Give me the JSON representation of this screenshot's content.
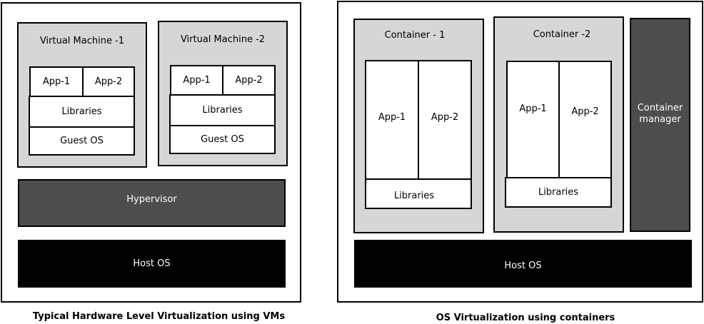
{
  "left": {
    "vm1": {
      "title": "Virtual Machine -1",
      "app1": "App-1",
      "app2": "App-2",
      "libraries": "Libraries",
      "guest_os": "Guest OS"
    },
    "vm2": {
      "title": "Virtual Machine -2",
      "app1": "App-1",
      "app2": "App-2",
      "libraries": "Libraries",
      "guest_os": "Guest OS"
    },
    "hypervisor": "Hypervisor",
    "host_os": "Host OS",
    "caption": "Typical Hardware Level Virtualization using VMs"
  },
  "right": {
    "c1": {
      "title": "Container - 1",
      "app1": "App-1",
      "app2": "App-2",
      "libraries": "Libraries"
    },
    "c2": {
      "title": "Container -2",
      "app1": "App-1",
      "app2": "App-2",
      "libraries": "Libraries"
    },
    "manager": "Container manager",
    "host_os": "Host OS",
    "caption": "OS Virtualization using containers"
  },
  "colors": {
    "gray_fill": "#d6d6d6",
    "dark_fill": "#4d4d4d",
    "black_fill": "#000000"
  }
}
